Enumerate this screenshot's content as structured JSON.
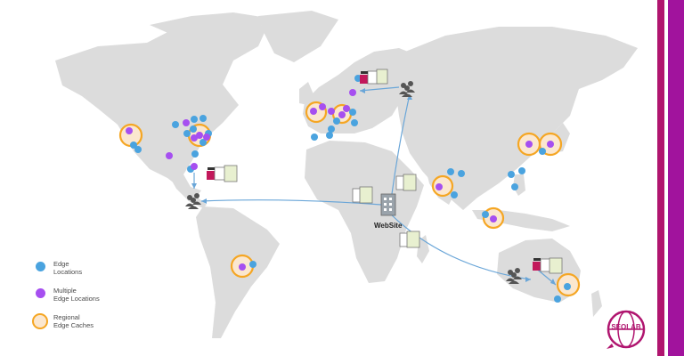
{
  "legend": {
    "edge": "Edge\nLocations",
    "edge_line1": "Edge",
    "edge_line2": "Locations",
    "multiple_line1": "Multiple",
    "multiple_line2": "Edge Locations",
    "regional_line1": "Regional",
    "regional_line2": "Edge Caches"
  },
  "website_label": "WebSite",
  "logo_text": "SEOLAB",
  "colors": {
    "map": "#dcdcdc",
    "edge_blue": "#4aa3df",
    "multiple_purple": "#a64ff0",
    "regional_orange": "#f5a623",
    "regional_fill": "#fbe7cf",
    "arrow": "#6aa6d8",
    "brand_magenta": "#b0156f"
  },
  "icons": [
    "users-icon",
    "html-file-icon",
    "media-bundle-icon",
    "building-icon",
    "globe-logo-icon"
  ]
}
